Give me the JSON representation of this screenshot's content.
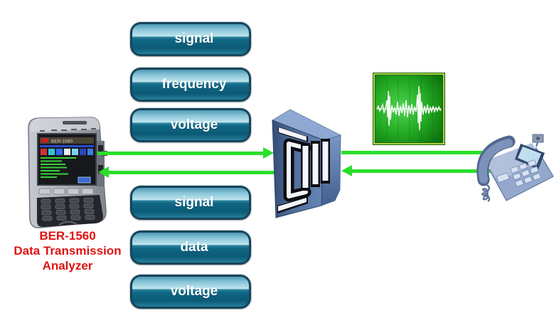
{
  "buttons": {
    "top": [
      "signal",
      "frequency",
      "voltage"
    ],
    "bottom": [
      "signal",
      "data",
      "voltage"
    ]
  },
  "analyzer": {
    "screen_title": "BER-1560",
    "caption": {
      "line1": "BER-1560",
      "line2": "Data Transmission",
      "line3": "Analyzer"
    }
  },
  "colors": {
    "arrow_green": "#2adf2a",
    "button_face_dark": "#0b5a75",
    "button_face_light": "#bfe4ee",
    "button_border": "#16455c",
    "caption_red": "#e01212",
    "waveform_green": "#23a623",
    "switch_blue": "#5b79a8",
    "phone_blue": "#9db2d4"
  },
  "icons": {
    "analyzer": "handheld-ber-analyzer-icon",
    "switch": "pbx-switch-icon",
    "waveform": "audio-waveform-image",
    "phone": "desk-phone-icon"
  }
}
